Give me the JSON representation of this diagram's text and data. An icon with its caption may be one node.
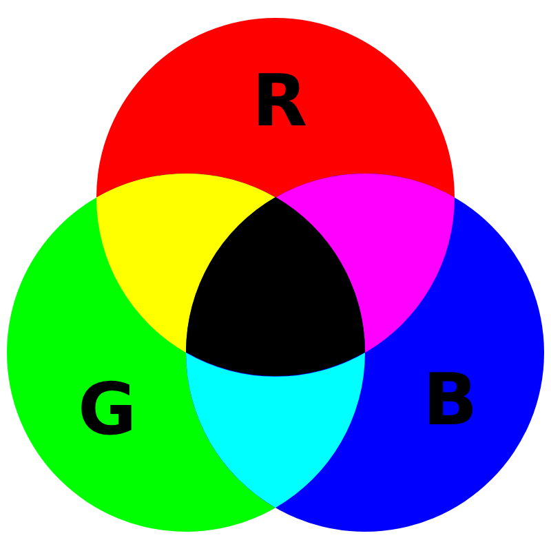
{
  "diagram": {
    "nodes": [
      {
        "text": [
          "R"
        ]
      },
      {
        "text": [
          "G"
        ]
      },
      {
        "text": [
          "B"
        ]
      },
      {
        "text": [],
        "shape": "triangle"
      },
      {
        "text": [],
        "shape": "triangle"
      },
      {
        "text": [],
        "shape": "triangle"
      },
      {
        "text": [],
        "shape": "triangle"
      }
    ]
  }
}
